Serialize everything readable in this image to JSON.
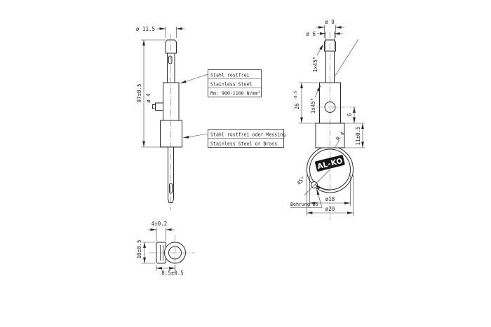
{
  "drawing": {
    "background": "#ffffff",
    "line_color": "#2a2a2a",
    "left": {
      "dia_top": "ø 11.5",
      "length": "97±0.5",
      "dia_pin": "ø 4"
    },
    "note1": {
      "l1": "Stahl rostfrei",
      "l2": "Stainless Steel",
      "l3": "Rm: 900-1100 N/mm²"
    },
    "note2": {
      "l1": "Stahl rostfrei oder Messing",
      "l2": "Stainless Steel or Brass"
    },
    "right": {
      "dia_cap": "ø 9",
      "dia_shaft": "ø 6",
      "chamfer_upper": "1x45°",
      "chamfer_lower": "1x45°",
      "length_mid": "26",
      "length_mid_tol": "-0.5",
      "depth": "6",
      "collar_height": "11±0.5",
      "fillet": "R 4",
      "angle": "45°",
      "hole_note": "Bohrung ø5",
      "dia_inner": "ø18",
      "dia_outer": "ø20",
      "logo": "AL-KO"
    },
    "bottom": {
      "height": "10±0.5",
      "depth": "4±0.2",
      "offset": "8.5±0.5"
    }
  }
}
